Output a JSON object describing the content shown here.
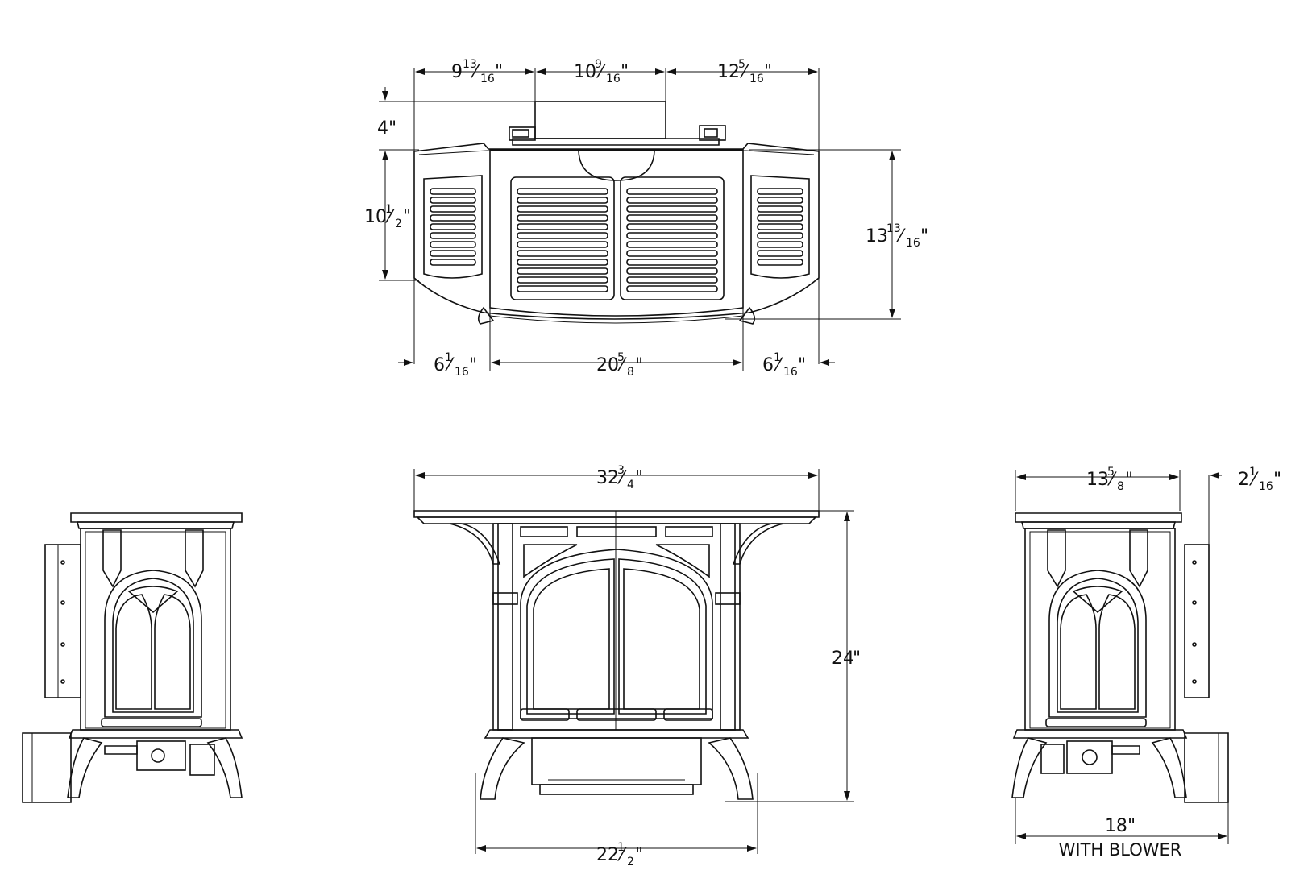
{
  "top_view": {
    "width_left": {
      "whole": "9",
      "num": "13",
      "den": "16"
    },
    "width_center": {
      "whole": "10",
      "num": "9",
      "den": "16"
    },
    "width_right": {
      "whole": "12",
      "num": "5",
      "den": "16"
    },
    "flue_offset": {
      "whole": "4",
      "num": "",
      "den": ""
    },
    "depth_side": {
      "whole": "10",
      "num": "1",
      "den": "2"
    },
    "depth_total": {
      "whole": "13",
      "num": "13",
      "den": "16"
    },
    "bottom_left": {
      "whole": "6",
      "num": "1",
      "den": "16"
    },
    "bottom_center": {
      "whole": "20",
      "num": "5",
      "den": "8"
    },
    "bottom_right": {
      "whole": "6",
      "num": "1",
      "den": "16"
    }
  },
  "front_view": {
    "overall_width": {
      "whole": "32",
      "num": "3",
      "den": "4"
    },
    "height": {
      "whole": "24",
      "num": "",
      "den": ""
    },
    "leg_width": {
      "whole": "22",
      "num": "1",
      "den": "2"
    }
  },
  "side_view": {
    "top_width": {
      "whole": "13",
      "num": "5",
      "den": "8"
    },
    "blower_offset": {
      "whole": "2",
      "num": "1",
      "den": "16"
    },
    "blower_depth": {
      "whole": "18",
      "num": "",
      "den": ""
    },
    "blower_note": "WITH BLOWER"
  },
  "colors": {
    "line": "#111111",
    "background": "#ffffff"
  }
}
